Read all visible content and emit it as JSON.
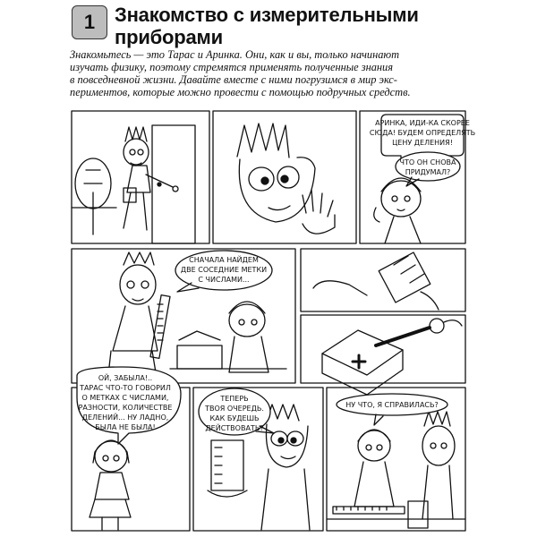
{
  "header": {
    "lesson_number": "1",
    "title_line1": "Знакомство с измерительными",
    "title_line2": "приборами"
  },
  "intro": {
    "lines": [
      "Знакомьтесь — это Тарас и Аринка. Они, как и вы, только начинают",
      "изучать физику, поэтому стремятся применять полученные знания",
      "в повседневной жизни. Давайте вместе с ними погрузимся в мир экс-",
      "периментов, которые можно провести с помощью подручных средств."
    ]
  },
  "comic": {
    "bubbles": [
      {
        "id": "b1",
        "lines": [
          "АРИНКА, ИДИ-КА СКОРЕЕ",
          "СЮДА! БУДЕМ ОПРЕДЕЛЯТЬ",
          "ЦЕНУ ДЕЛЕНИЯ!"
        ]
      },
      {
        "id": "b2",
        "lines": [
          "ЧТО ОН СНОВА",
          "ПРИДУМАЛ?"
        ]
      },
      {
        "id": "b3",
        "lines": [
          "СНАЧАЛА НАЙДЕМ",
          "ДВЕ СОСЕДНИЕ МЕТКИ",
          "С ЧИСЛАМИ..."
        ]
      },
      {
        "id": "b4",
        "lines": [
          "ОЙ, ЗАБЫЛА!..",
          "ТАРАС ЧТО-ТО ГОВОРИЛ",
          "О МЕТКАХ С ЧИСЛАМИ,",
          "РАЗНОСТИ, КОЛИЧЕСТВЕ",
          "ДЕЛЕНИЙ... НУ ЛАДНО,",
          "БЫЛА НЕ БЫЛА!"
        ]
      },
      {
        "id": "b5",
        "lines": [
          "ТЕПЕРЬ",
          "ТВОЯ ОЧЕРЕДЬ.",
          "КАК БУДЕШЬ",
          "ДЕЙСТВОВАТЬ?"
        ]
      },
      {
        "id": "b6",
        "lines": [
          "НУ ЧТО, Я СПРАВИЛАСЬ?"
        ]
      }
    ]
  }
}
